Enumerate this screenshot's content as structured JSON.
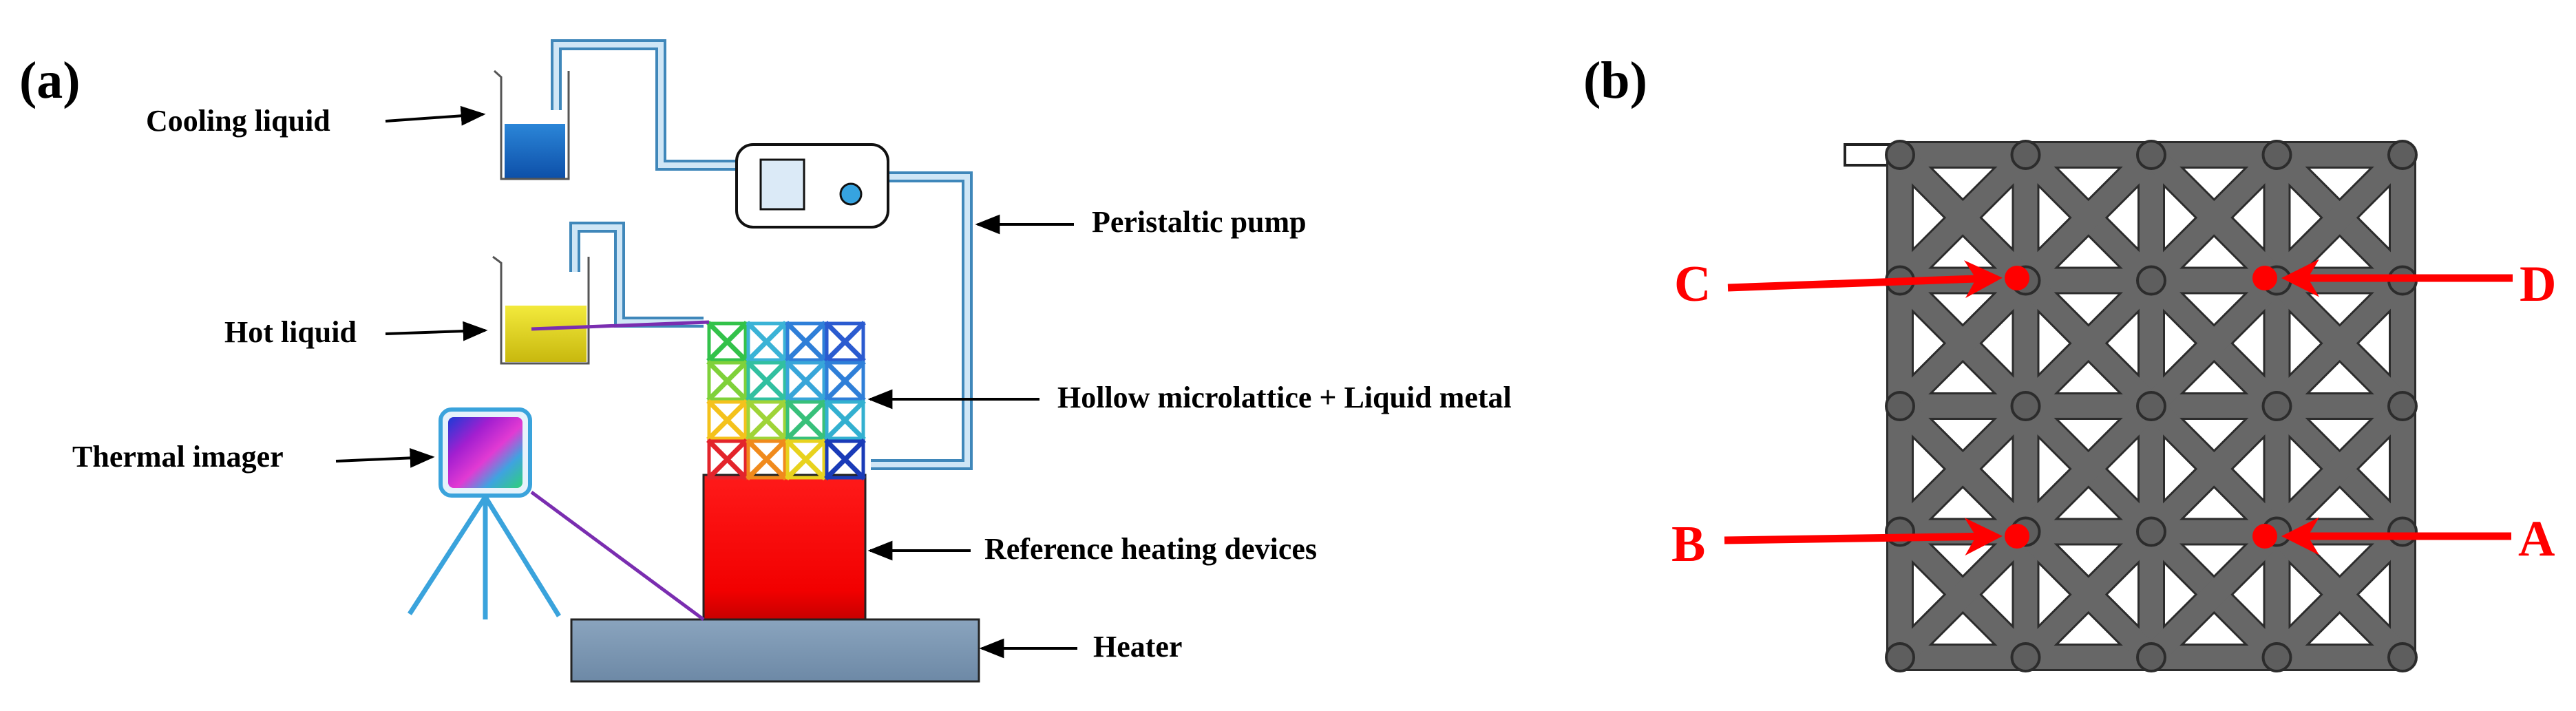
{
  "panels": {
    "a": "(a)",
    "b": "(b)"
  },
  "labels": {
    "cooling_liquid": "Cooling liquid",
    "hot_liquid": "Hot liquid",
    "thermal_imager": "Thermal imager",
    "peristaltic_pump": "Peristaltic pump",
    "lattice": "Hollow microlattice + Liquid metal",
    "reference_heating": "Reference heating devices",
    "heater": "Heater"
  },
  "points": {
    "A": "A",
    "B": "B",
    "C": "C",
    "D": "D"
  },
  "colors": {
    "tube": "#3f87ba",
    "cooling_liquid": "#1e6fc8",
    "hot_liquid": "#e6d81e",
    "reference_heating": "#ff0000",
    "heater": "#7c97b2",
    "lattice_strut": "#676767",
    "marker": "#ff0000",
    "sight_line": "#7a2db0"
  }
}
